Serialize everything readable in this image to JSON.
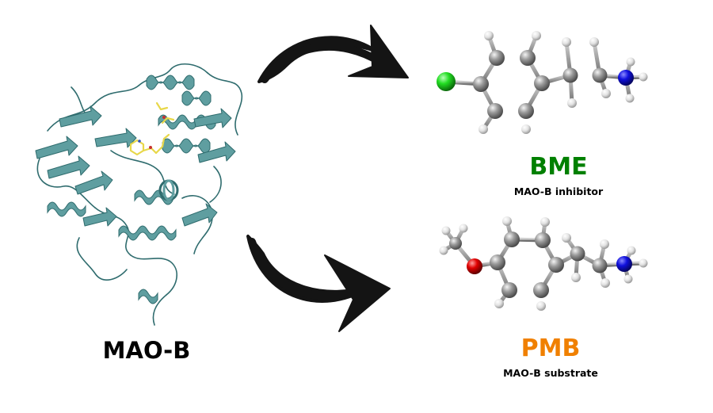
{
  "protein": {
    "name": "MAO-B",
    "ribbon_color": "#5f9ea0",
    "ligand_color": "#e8d84a"
  },
  "bme": {
    "name": "BME",
    "role": "MAO-B inhibitor",
    "name_color": "#008000",
    "substituent_atom_color": "#22cc22"
  },
  "pmb": {
    "name": "PMB",
    "role": "MAO-B substrate",
    "name_color": "#f08000",
    "substituent_atom_color": "#dd0000"
  },
  "atoms": {
    "carbon": "#8c8c8c",
    "hydrogen": "#e0e0e0",
    "nitrogen": "#1010dd"
  },
  "arrows": {
    "color": "#141414",
    "top_target": "BME",
    "bottom_target": "PMB"
  }
}
